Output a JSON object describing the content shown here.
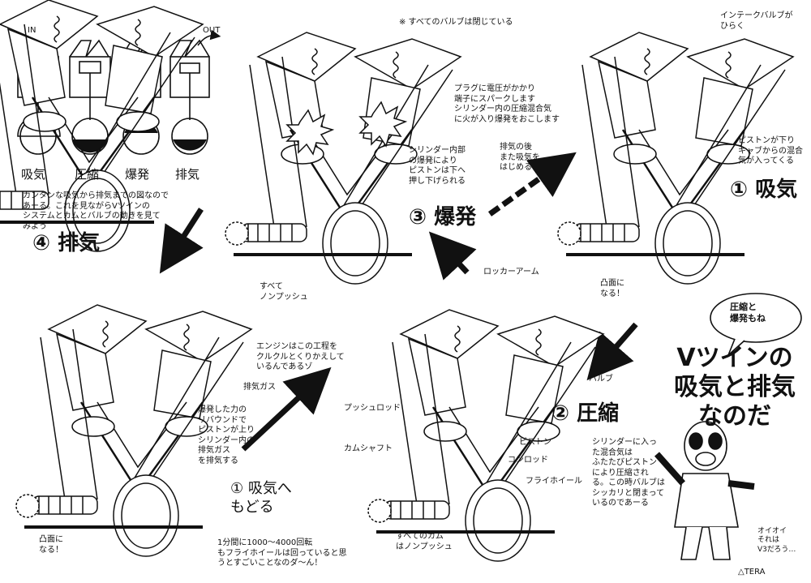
{
  "mini_cycle": {
    "in_label": "IN",
    "out_label": "OUT",
    "strokes": [
      "吸気",
      "圧縮",
      "爆発",
      "排気"
    ],
    "caption": "カンタンな吸気から排気までの図なので\nあーる。これを見ながらVツインの\nシステムとカムとバルブの動きを見て\nみよう"
  },
  "steps": {
    "intake": "① 吸気",
    "compression": "② 圧縮",
    "combustion": "③ 爆発",
    "exhaust": "④ 排気",
    "back_to_intake": "① 吸気へ\nもどる"
  },
  "notes": {
    "all_valves_closed": "※ すべてのバルブは閉じている",
    "plug_spark": "プラグに電圧がかかり\n端子にスパークします\nシリンダー内の圧縮混合気\nに火が入り爆発をおこします",
    "explosion_push": "シリンダー内部\nの爆発により\nピストンは下へ\n押し下げられる",
    "after_exhaust": "排気の後\nまた吸気を\nはじめる",
    "intake_valve_open": "インテークバルブが\nひらく",
    "piston_down_intake": "ピストンが下り\nキャブからの混合\n気が入ってくる",
    "cam_lobe_1": "凸面に\nなる！",
    "all_pushrods": "すべて\nノンプッシュ",
    "cycle_repeat": "エンジンはこの工程を\nクルクルとくりかえして\nいるんであるゾ",
    "exhaust_gas": "排気ガス",
    "exhaust_stroke": "爆発した力の\nリバウンドで\nピストンが上り\nシリンダー内の\n排気ガス\nを排気する",
    "rpm_note": "1分間に1000〜4000回転\nもフライホイールは回っていると思\nうとすごいことなのダ〜ん！",
    "cam_lobe_2": "凸面に\nなる！",
    "compression_note": "シリンダーに入っ\nた混合気は\nふたたびピストン\nにより圧縮され\nる。この時バルブは\nシッカリと閉まって\nいるのであーる",
    "all_cams": "すべてのカム\nはノンプッシュ",
    "speech_bubble": "圧縮と\n爆発もね",
    "aside": "オイオイ\nそれは\nV3だろう…",
    "title": "Vツインの\n吸気と排気\nなのだ",
    "signature": "△TERA"
  },
  "parts": {
    "rocker_arm": "ロッカーアーム",
    "valve": "バルブ",
    "pushrod": "プッシュロッド",
    "piston": "ピストン",
    "camshaft": "カムシャフト",
    "conrod": "コンロッド",
    "flywheel": "フライホイール"
  }
}
